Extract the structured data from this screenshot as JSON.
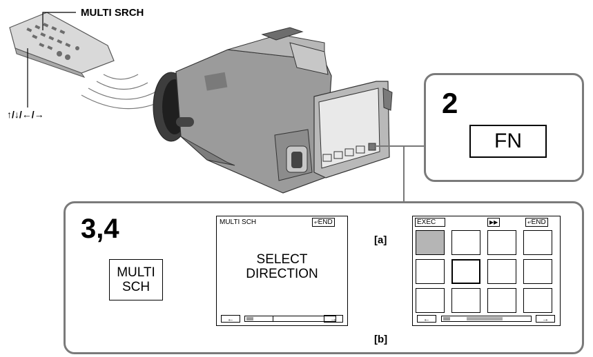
{
  "labels": {
    "multi_srch": "MULTI SRCH",
    "arrows": "↑/↓/←/→",
    "step2": "2",
    "fn": "FN",
    "step34": "3,4",
    "multi_sch_button": [
      "MULTI",
      "SCH"
    ],
    "annotation_a": "[a]",
    "annotation_b": "[b]"
  },
  "screen1": {
    "title": "MULTI SCH",
    "end": "END",
    "message": [
      "SELECT",
      "DIRECTION"
    ],
    "left_arrow": "←",
    "right_arrow": "→"
  },
  "screen2": {
    "exec": "EXEC",
    "ff": "▶▶",
    "end": "END",
    "left_arrow": "←",
    "right_arrow": "→",
    "grid_rows": 3,
    "grid_cols": 4,
    "highlighted_index": 0,
    "selected_index": 5
  },
  "colors": {
    "box_border": "#7a7a7a",
    "highlight": "#b5b5b5",
    "arrow": "#8a8a8a"
  }
}
